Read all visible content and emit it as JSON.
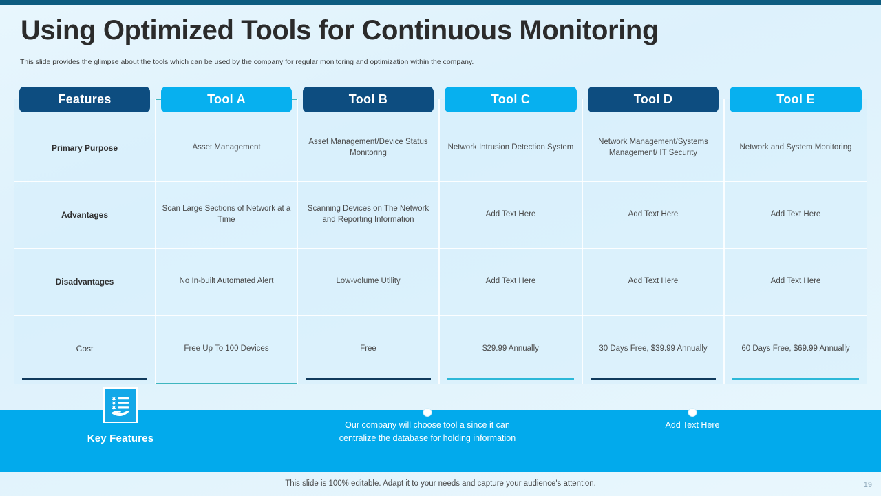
{
  "header": {
    "title": "Using Optimized Tools for Continuous Monitoring",
    "subtitle": "This slide provides the glimpse about the tools which can be used by the company for regular monitoring and optimization within the company."
  },
  "table": {
    "columns": [
      {
        "label": "Features",
        "style": "dark",
        "underline": "dark",
        "highlight": false
      },
      {
        "label": "Tool A",
        "style": "light",
        "underline": "none",
        "highlight": true
      },
      {
        "label": "Tool B",
        "style": "dark",
        "underline": "dark",
        "highlight": false
      },
      {
        "label": "Tool C",
        "style": "light",
        "underline": "cyan",
        "highlight": false
      },
      {
        "label": "Tool D",
        "style": "dark",
        "underline": "dark",
        "highlight": false
      },
      {
        "label": "Tool E",
        "style": "light",
        "underline": "cyan",
        "highlight": false
      }
    ],
    "rows": [
      {
        "feature": "Primary Purpose",
        "cells": [
          "Asset Management",
          "Asset Management/Device Status Monitoring",
          "Network Intrusion Detection System",
          "Network Management/Systems Management/ IT Security",
          "Network and System Monitoring"
        ]
      },
      {
        "feature": "Advantages",
        "cells": [
          "Scan Large Sections of Network at a Time",
          "Scanning Devices on The Network and Reporting Information",
          "Add Text Here",
          "Add Text Here",
          "Add Text Here"
        ]
      },
      {
        "feature": "Disadvantages",
        "cells": [
          "No In-built Automated Alert",
          "Low-volume Utility",
          "Add Text Here",
          "Add Text Here",
          "Add Text Here"
        ]
      },
      {
        "feature": "Cost",
        "cells": [
          "Free Up To 100 Devices",
          "Free",
          "$29.99 Annually",
          "30 Days Free, $39.99 Annually",
          "60 Days Free, $69.99 Annually"
        ]
      }
    ]
  },
  "banner": {
    "key_features_label": "Key Features",
    "key_features_icon": "checklist-hand-icon",
    "notes": [
      "Our company will choose tool a since it can centralize the database for holding information",
      "Add Text Here"
    ]
  },
  "footer": {
    "note": "This slide is 100% editable. Adapt it to your needs and capture your audience's attention.",
    "page_number": "19"
  },
  "colors": {
    "header_dark": "#0d4d80",
    "header_light": "#07b0ef",
    "banner": "#02aaec",
    "top_bar": "#0d5c80",
    "highlight_border": "#3fb6bf",
    "underline_dark": "#103a5c",
    "underline_cyan": "#2cb8d8"
  }
}
